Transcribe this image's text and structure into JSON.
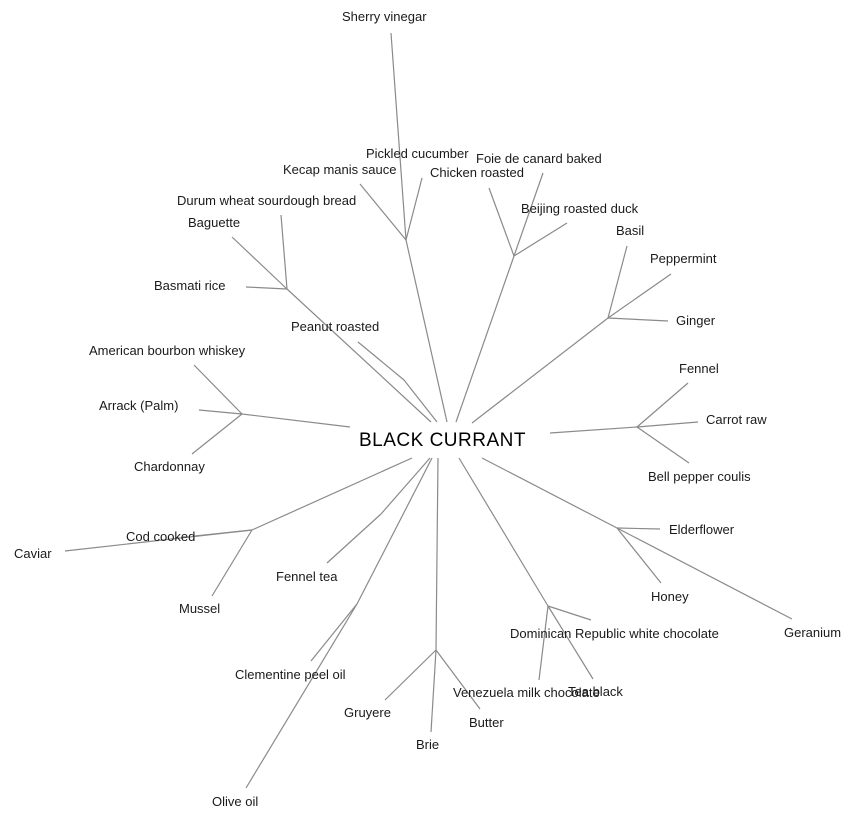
{
  "diagram": {
    "type": "radial-tree",
    "root": {
      "id": "root",
      "label": "BLACK CURRANT"
    },
    "line_color": "#8a8a8a",
    "text_color": "#1a1a1a",
    "branches": [
      {
        "id": "g_top",
        "children": [
          {
            "label": "Sherry vinegar"
          },
          {
            "label": "Pickled cucumber"
          },
          {
            "label": "Kecap manis sauce"
          }
        ]
      },
      {
        "id": "g_duck",
        "children": [
          {
            "label": "Foie de canard baked"
          },
          {
            "label": "Chicken roasted"
          },
          {
            "label": "Beijing roasted duck"
          }
        ]
      },
      {
        "id": "g_herb",
        "children": [
          {
            "label": "Basil"
          },
          {
            "label": "Peppermint"
          },
          {
            "label": "Ginger"
          }
        ]
      },
      {
        "id": "g_veg",
        "children": [
          {
            "label": "Fennel"
          },
          {
            "label": "Carrot raw"
          },
          {
            "label": "Bell pepper coulis"
          }
        ]
      },
      {
        "id": "g_flower",
        "children": [
          {
            "label": "Elderflower"
          },
          {
            "label": "Honey"
          },
          {
            "label": "Geranium"
          }
        ]
      },
      {
        "id": "g_choc",
        "children": [
          {
            "label": "Dominican Republic white chocolate"
          },
          {
            "label": "Tea black"
          },
          {
            "label": "Venezuela milk chocolate"
          }
        ]
      },
      {
        "id": "g_cheese",
        "children": [
          {
            "label": "Butter"
          },
          {
            "label": "Brie"
          },
          {
            "label": "Gruyere"
          }
        ]
      },
      {
        "id": "g_oil",
        "children": [
          {
            "label": "Clementine peel oil"
          },
          {
            "label": "Olive oil"
          }
        ]
      },
      {
        "id": "g_fennel_tea",
        "children": [
          {
            "label": "Fennel tea"
          }
        ]
      },
      {
        "id": "g_sea",
        "children": [
          {
            "label": "Cod cooked"
          },
          {
            "label": "Caviar"
          },
          {
            "label": "Mussel"
          }
        ]
      },
      {
        "id": "g_spirit",
        "children": [
          {
            "label": "American bourbon whiskey"
          },
          {
            "label": "Arrack (Palm)"
          },
          {
            "label": "Chardonnay"
          }
        ]
      },
      {
        "id": "g_peanut",
        "children": [
          {
            "label": "Peanut roasted"
          }
        ]
      },
      {
        "id": "g_bread",
        "children": [
          {
            "label": "Durum wheat sourdough bread"
          },
          {
            "label": "Baguette"
          },
          {
            "label": "Basmati rice"
          }
        ]
      }
    ]
  }
}
